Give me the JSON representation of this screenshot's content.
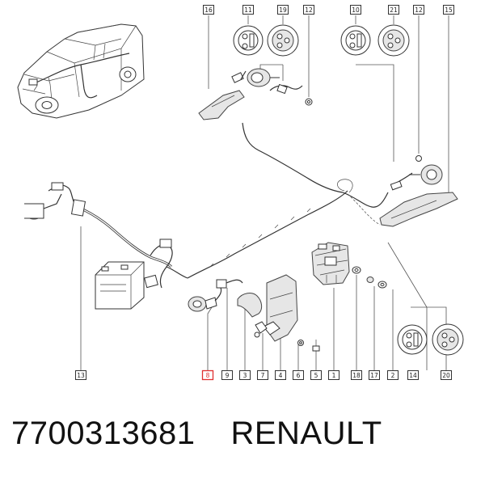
{
  "diagram": {
    "part_number": "7700313681",
    "brand": "RENAULT",
    "highlight_color": "#e03030",
    "callouts": [
      {
        "id": "c16",
        "label": "16"
      },
      {
        "id": "c11",
        "label": "11"
      },
      {
        "id": "c19",
        "label": "19"
      },
      {
        "id": "c12a",
        "label": "12"
      },
      {
        "id": "c10",
        "label": "10"
      },
      {
        "id": "c21",
        "label": "21"
      },
      {
        "id": "c12b",
        "label": "12"
      },
      {
        "id": "c15",
        "label": "15"
      },
      {
        "id": "c13",
        "label": "13"
      },
      {
        "id": "c8",
        "label": "8",
        "highlighted": true
      },
      {
        "id": "c9",
        "label": "9"
      },
      {
        "id": "c3",
        "label": "3"
      },
      {
        "id": "c7",
        "label": "7"
      },
      {
        "id": "c4",
        "label": "4"
      },
      {
        "id": "c6",
        "label": "6"
      },
      {
        "id": "c5",
        "label": "5"
      },
      {
        "id": "c1",
        "label": "1"
      },
      {
        "id": "c18",
        "label": "18"
      },
      {
        "id": "c17",
        "label": "17"
      },
      {
        "id": "c2",
        "label": "2"
      },
      {
        "id": "c14",
        "label": "14"
      },
      {
        "id": "c20",
        "label": "20"
      }
    ]
  }
}
